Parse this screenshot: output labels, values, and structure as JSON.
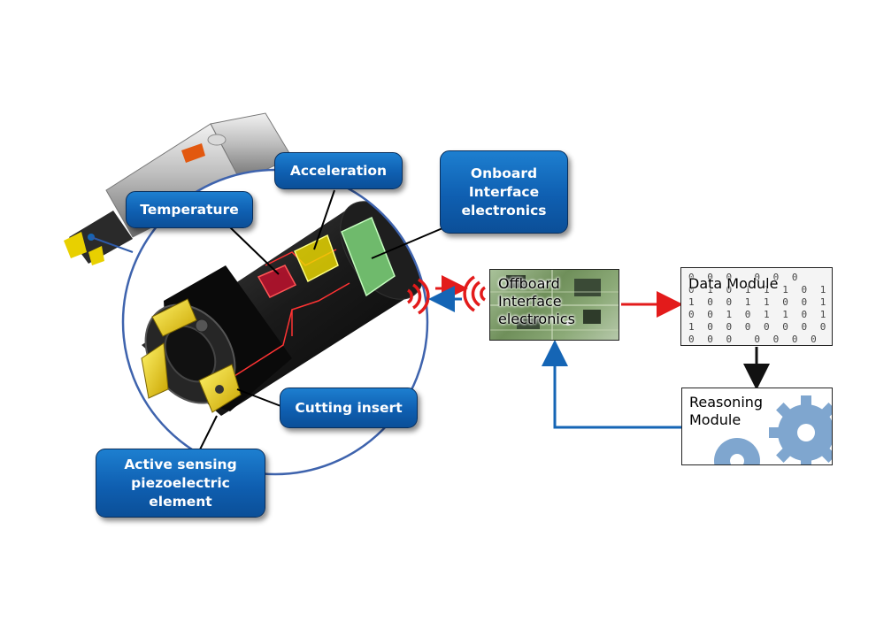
{
  "callouts": {
    "temperature": "Temperature",
    "acceleration": "Acceleration",
    "onboard": "Onboard\nInterface\nelectronics",
    "cutting_insert": "Cutting insert",
    "active_sensing": "Active sensing\npiezoelectric\nelement"
  },
  "modules": {
    "offboard": "Offboard\nInterface\nelectronics",
    "data": "Data Module",
    "reasoning": "Reasoning\nModule"
  },
  "data_module_bits": [
    "0 0 0  0 0 0",
    "0 1 0 1 1 1 0 1",
    "1 0 0 1 1 0 0 1",
    "0 0 1 0 1 1 0 1",
    "1 0 0 0 0 0 0 0",
    "0 0 0  0 0 0 0"
  ],
  "colors": {
    "callout_blue": "#0f5fb1",
    "signal_red": "#e31b1b",
    "signal_blue": "#1565b5",
    "sensor_red": "#c8102e",
    "sensor_yellow": "#f2e000",
    "sensor_green": "#7ed67a",
    "pcb_green": "#6f8f5a",
    "gear_blue": "#7fa6cf"
  },
  "icons": [
    "wireless-signal-icon",
    "gear-icon",
    "circuit-board-image",
    "milling-tool-image"
  ]
}
